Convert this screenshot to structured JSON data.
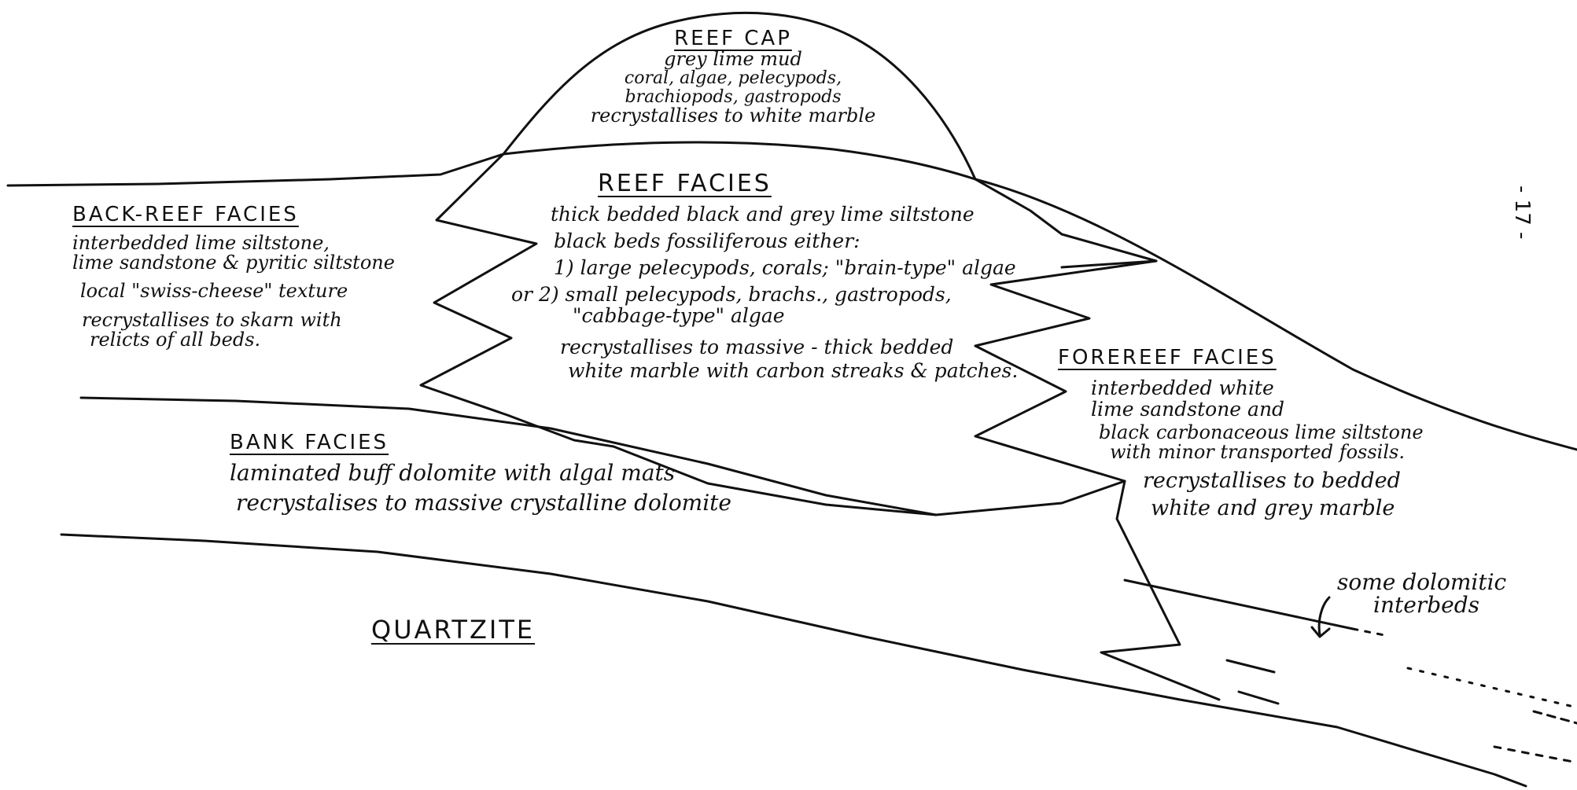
{
  "page_number": "- 17 -",
  "reef_cap": {
    "title": "REEF CAP",
    "lines": [
      "grey lime mud",
      "coral, algae, pelecypods,",
      "brachiopods, gastropods",
      "recrystallises to white marble"
    ]
  },
  "reef_facies": {
    "title": "REEF FACIES",
    "lines": [
      "thick bedded black and grey lime siltstone",
      "black beds fossiliferous either:",
      "1) large pelecypods, corals; \"brain-type\" algae",
      "or 2) small pelecypods, brachs., gastropods,",
      "\"cabbage-type\" algae",
      "recrystallises to massive - thick bedded",
      "white marble with carbon streaks & patches."
    ]
  },
  "back_reef_facies": {
    "title": "BACK-REEF FACIES",
    "lines": [
      "interbedded lime siltstone,",
      "lime sandstone & pyritic siltstone",
      "local \"swiss-cheese\" texture",
      "recrystallises to skarn with",
      "relicts of all beds."
    ]
  },
  "forereef_facies": {
    "title": "FOREREEF FACIES",
    "lines": [
      "interbedded white",
      "lime sandstone and",
      "black carbonaceous lime siltstone",
      "with minor transported fossils.",
      "recrystallises to bedded",
      "white and grey marble"
    ]
  },
  "bank_facies": {
    "title": "BANK FACIES",
    "lines": [
      "laminated buff dolomite with algal mats",
      "recrystalises to massive crystalline dolomite"
    ]
  },
  "quartzite": {
    "title": "QUARTZITE"
  },
  "dolomitic_note": {
    "lines": [
      "some dolomitic",
      "interbeds"
    ]
  }
}
